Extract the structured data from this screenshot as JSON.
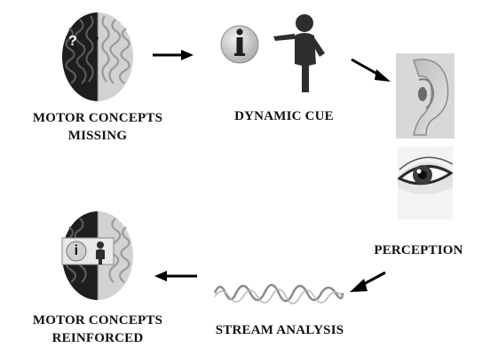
{
  "steps": {
    "motor_missing": {
      "line1": "MOTOR CONCEPTS",
      "line2": "MISSING"
    },
    "dynamic_cue": {
      "label": "DYNAMIC CUE"
    },
    "perception": {
      "label": "PERCEPTION"
    },
    "stream_analysis": {
      "label": "STREAM ANALYSIS"
    },
    "motor_reinforced": {
      "line1": "MOTOR CONCEPTS",
      "line2": "REINFORCED"
    }
  },
  "icons": {
    "question_mark": "?",
    "info_letter": "i"
  },
  "colors": {
    "text": "#111111",
    "arrow": "#000000",
    "brain_dark": "#1e1e1e",
    "brain_light": "#d2d2d2",
    "figure": "#2e2e2e",
    "wave": "#8a8a8a"
  }
}
